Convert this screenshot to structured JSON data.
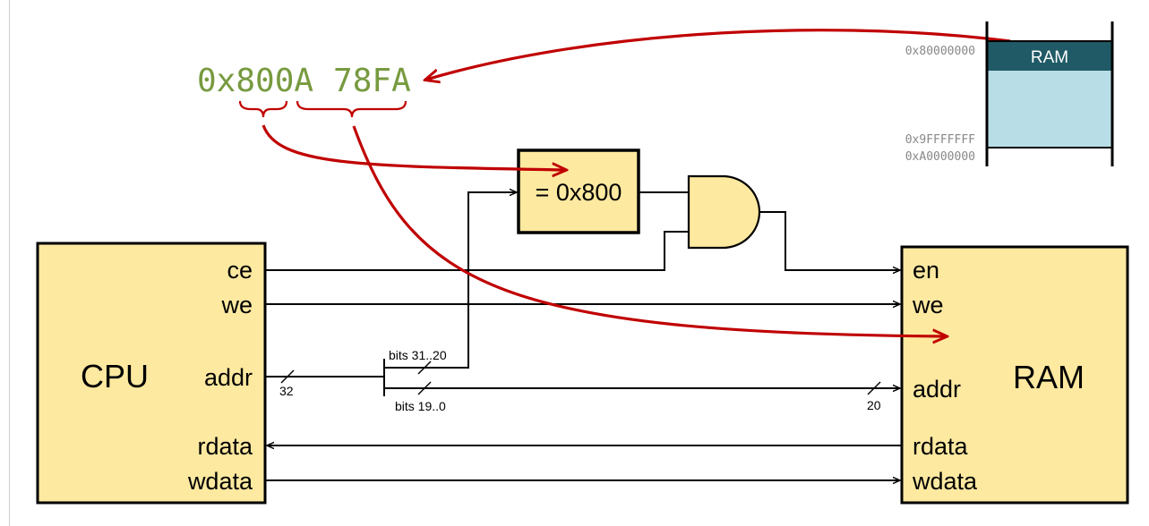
{
  "address": {
    "high": "0x800A",
    "low": "78FA"
  },
  "comparator": {
    "label": "= 0x800"
  },
  "cpu": {
    "title": "CPU",
    "pins": {
      "ce": "ce",
      "we": "we",
      "addr": "addr",
      "rdata": "rdata",
      "wdata": "wdata"
    }
  },
  "ram": {
    "title": "RAM",
    "pins": {
      "en": "en",
      "we": "we",
      "addr": "addr",
      "rdata": "rdata",
      "wdata": "wdata"
    }
  },
  "bus": {
    "cpu_width": "32",
    "ram_width": "20",
    "upper_bits": "bits 31..20",
    "lower_bits": "bits 19..0"
  },
  "memory_map": {
    "region_label": "RAM",
    "start": "0x80000000",
    "end": "0x9FFFFFFF",
    "next": "0xA0000000"
  },
  "colors": {
    "box_fill": "#fde9a0",
    "hex_text": "#779a3f",
    "arrow_red": "#c00000",
    "map_dark": "#1f5a66",
    "map_light": "#b8dde6",
    "addr_gray": "#888888"
  }
}
